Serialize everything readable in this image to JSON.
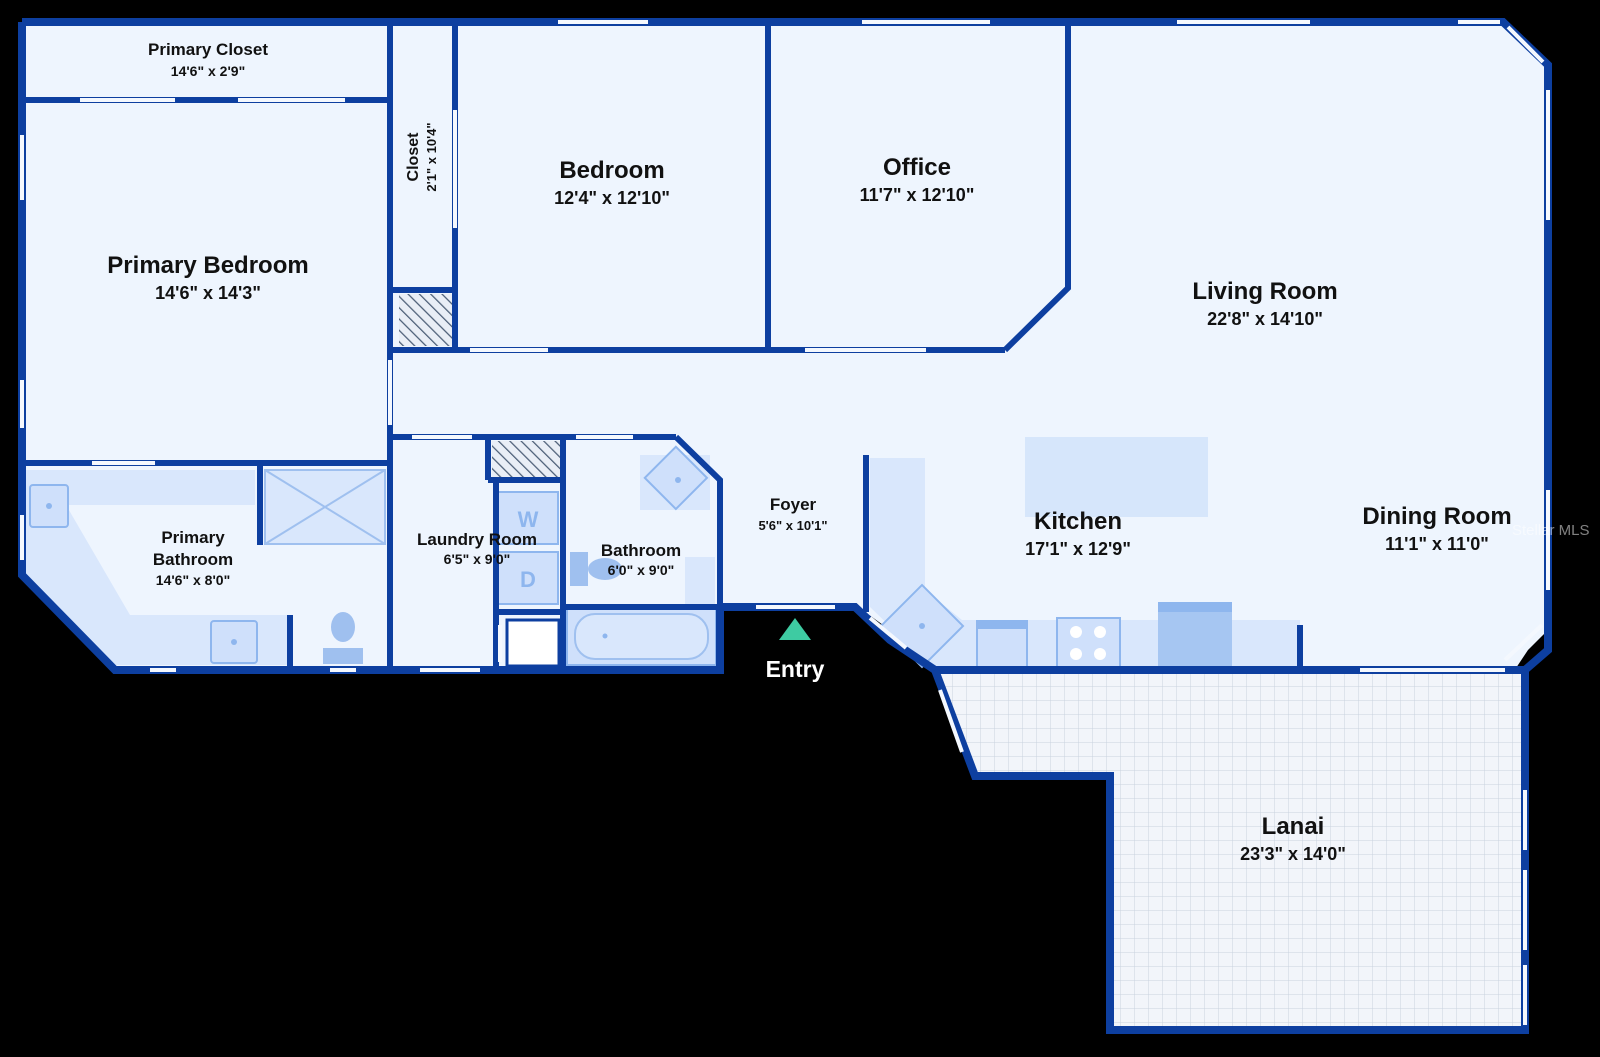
{
  "plan": {
    "colors": {
      "background": "#000000",
      "floor": "#eef5fe",
      "wall": "#0d3fa0",
      "fixture": "#cfe0fb",
      "entry_marker": "#3ecba2"
    },
    "rooms": {
      "primary_closet": {
        "name": "Primary Closet",
        "dims": "14'6\" x 2'9\""
      },
      "closet": {
        "name": "Closet",
        "dims": "2'1\" x 10'4\""
      },
      "bedroom": {
        "name": "Bedroom",
        "dims": "12'4\" x 12'10\""
      },
      "office": {
        "name": "Office",
        "dims": "11'7\" x 12'10\""
      },
      "primary_bedroom": {
        "name": "Primary Bedroom",
        "dims": "14'6\" x 14'3\""
      },
      "living_room": {
        "name": "Living Room",
        "dims": "22'8\" x 14'10\""
      },
      "primary_bathroom": {
        "name_line1": "Primary",
        "name_line2": "Bathroom",
        "dims": "14'6\" x 8'0\""
      },
      "laundry_room": {
        "name": "Laundry Room",
        "dims": "6'5\" x 9'0\""
      },
      "bathroom": {
        "name": "Bathroom",
        "dims": "6'0\" x 9'0\""
      },
      "foyer": {
        "name": "Foyer",
        "dims": "5'6\" x 10'1\""
      },
      "kitchen": {
        "name": "Kitchen",
        "dims": "17'1\" x 12'9\""
      },
      "dining_room": {
        "name": "Dining Room",
        "dims": "11'1\" x 11'0\""
      },
      "lanai": {
        "name": "Lanai",
        "dims": "23'3\" x 14'0\""
      }
    },
    "appliances": {
      "washer": "W",
      "dryer": "D"
    },
    "entry_label": "Entry",
    "watermark": "Stellar MLS"
  }
}
